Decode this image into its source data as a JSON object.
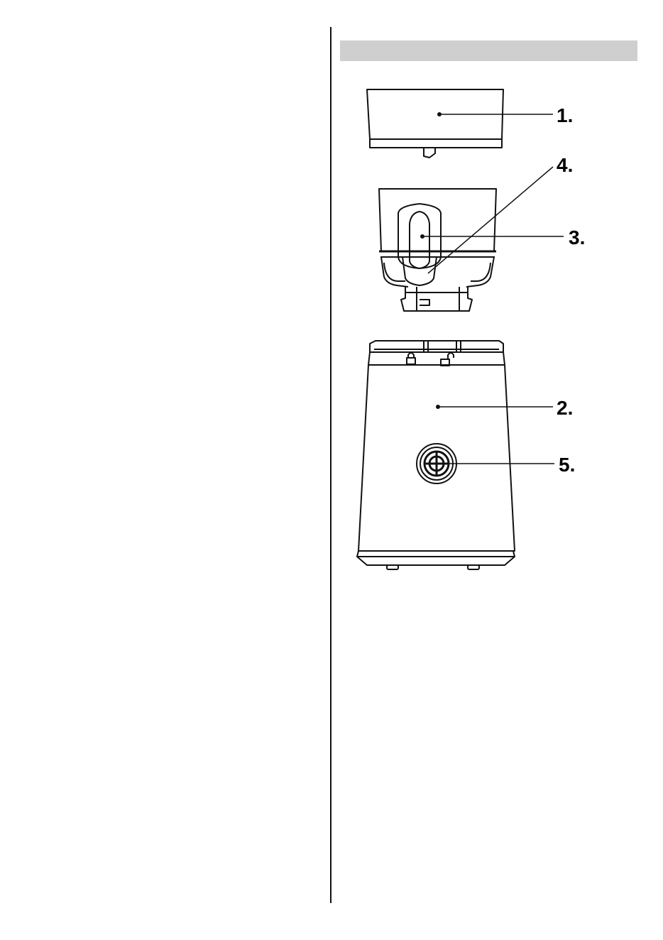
{
  "header": {
    "title": ""
  },
  "figure": {
    "callouts": [
      {
        "id": "c1",
        "label": "1."
      },
      {
        "id": "c4",
        "label": "4."
      },
      {
        "id": "c3",
        "label": "3."
      },
      {
        "id": "c2",
        "label": "2."
      },
      {
        "id": "c5",
        "label": "5."
      }
    ],
    "lock_icons": [
      "locked-padlock-icon",
      "unlocked-padlock-icon"
    ]
  }
}
